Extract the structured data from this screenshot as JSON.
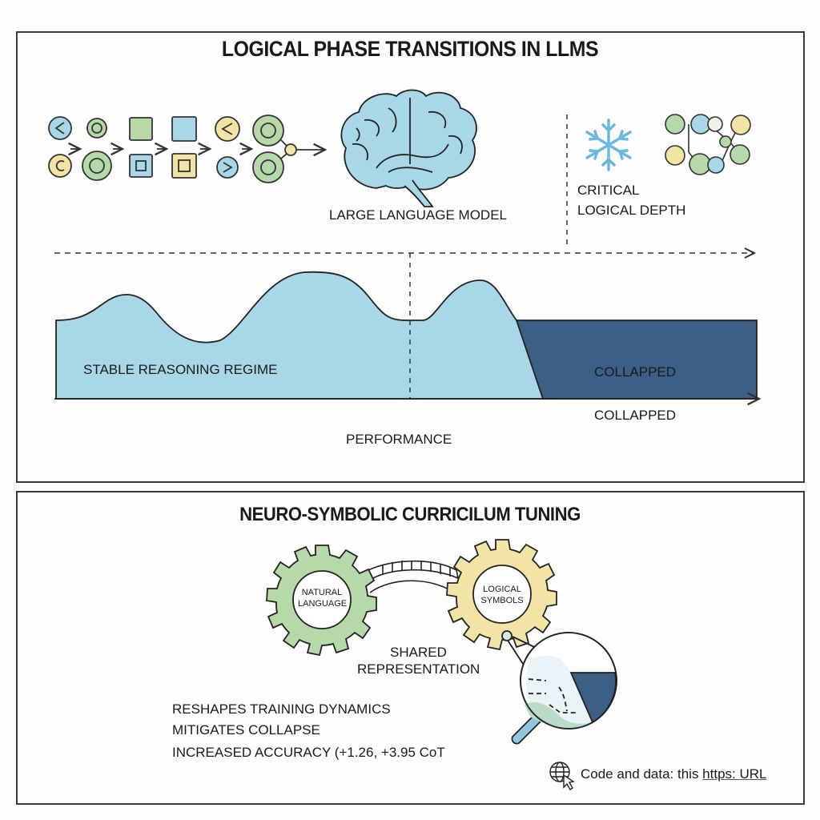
{
  "top_panel": {
    "title": "LOGICAL PHASE TRANSITIONS IN LLMS",
    "model_label": "LARGE LANGUAGE MODEL",
    "critical_label_line1": "CRITICAL",
    "critical_label_line2": "LOGICAL DEPTH",
    "stable_label": "STABLE REASONING REGIME",
    "collapsed_region_label": "COLLAPPED",
    "collapsed_axis_label": "COLLAPPED",
    "performance_label": "PERFORMANCE",
    "icons": [
      "less-than-circle",
      "ring-circle",
      "square",
      "square",
      "less-than-circle",
      "ring-circle",
      "c-circle",
      "ring-circle",
      "inner-square",
      "inner-square",
      "greater-than-circle",
      "ring-circle",
      "brain-icon",
      "snowflake-icon",
      "graph-network-icon"
    ]
  },
  "bottom_panel": {
    "title": "NEURO-SYMBOLIC CURRICILUM TUNING",
    "gear_left_line1": "NATURAL",
    "gear_left_line2": "LANGUAGE",
    "gear_right_line1": "LOGICAL",
    "gear_right_line2": "SYMBOLS",
    "shared_line1": "SHARED",
    "shared_line2": "REPRESENTATION",
    "bullets": [
      "RESHAPES TRAINING DYNAMICS",
      "MITIGATES COLLAPSE",
      "INCREASED ACCURACY (+1.26, +3.95 CoT"
    ],
    "footer_prefix": "Code and data: this ",
    "footer_link": "https: URL"
  },
  "colors": {
    "light_blue": "#a8d8e8",
    "dark_blue": "#3b5f85",
    "green": "#b5d9a8",
    "yellow": "#f2e4a4",
    "snowflake": "#6cb8dc"
  }
}
